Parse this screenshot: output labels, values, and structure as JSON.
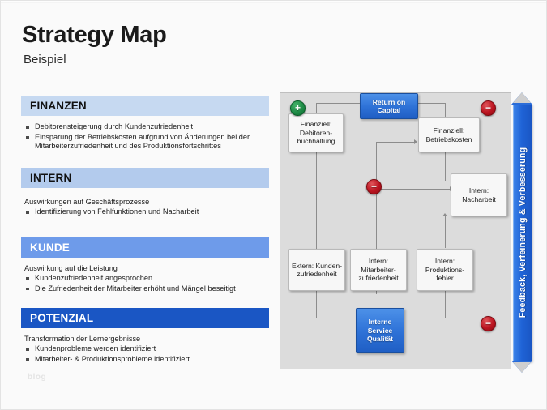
{
  "slide": {
    "title": "Strategy Map",
    "subtitle": "Beispiel",
    "watermark": "blog"
  },
  "sections": [
    {
      "heading": "FINANZEN",
      "intro": "",
      "bullets": [
        "Debitorensteigerung durch Kundenzufriedenheit",
        "Einsparung der Betriebskosten aufgrund von Änderungen bei der Mitarbeiterzufriedenheit und des Produktionsfortschrittes"
      ]
    },
    {
      "heading": "INTERN",
      "intro": "Auswirkungen auf Geschäftsprozesse",
      "bullets": [
        "Identifizierung von Fehlfunktionen und Nacharbeit"
      ]
    },
    {
      "heading": "KUNDE",
      "intro": "Auswirkung auf die Leistung",
      "bullets": [
        "Kundenzufriedenheit angesprochen",
        "Die Zufriedenheit der Mitarbeiter erhöht und Mängel beseitigt"
      ]
    },
    {
      "heading": "POTENZIAL",
      "intro": "Transformation der Lernergebnisse",
      "bullets": [
        "Kundenprobleme werden identifiziert",
        "Mitarbeiter- & Produktionsprobleme identifiziert"
      ]
    }
  ],
  "diagram": {
    "nodes": [
      {
        "id": "roc",
        "label": "Return on Capital",
        "style": "blue"
      },
      {
        "id": "debitoren",
        "label": "Finanziell: Debitoren­buchhaltung",
        "style": "plain"
      },
      {
        "id": "betrieb",
        "label": "Finanziell: Betriebskosten",
        "style": "plain"
      },
      {
        "id": "nacharbeit",
        "label": "Intern: Nacharbeit",
        "style": "plain"
      },
      {
        "id": "extern",
        "label": "Extern: Kunden­zufriedenheit",
        "style": "plain"
      },
      {
        "id": "mitarb",
        "label": "Intern: Mitarbeiter­zufriedenheit",
        "style": "plain"
      },
      {
        "id": "fehler",
        "label": "Intern: Produktions­fehler",
        "style": "plain"
      },
      {
        "id": "service",
        "label": "Interne Service Qualität",
        "style": "blue"
      }
    ],
    "badges": [
      {
        "id": "badge-plus-top-left",
        "sign": "+"
      },
      {
        "id": "badge-minus-top-right",
        "sign": "−"
      },
      {
        "id": "badge-minus-middle",
        "sign": "−"
      },
      {
        "id": "badge-minus-bottom-right",
        "sign": "−"
      }
    ],
    "feedback_arrow": {
      "label": "Feedback, Verfeinerung & Verbesserung"
    }
  },
  "colors": {
    "finanzen_bar": "#c6d9f1",
    "intern_bar": "#b3cbed",
    "kunde_bar": "#6e9bea",
    "potenzial_bar": "#1a56c4",
    "accent_blue": "#2f73d8",
    "panel_gray": "#dcdcdc",
    "positive_green": "#1f8c47",
    "negative_red": "#bb1420"
  }
}
